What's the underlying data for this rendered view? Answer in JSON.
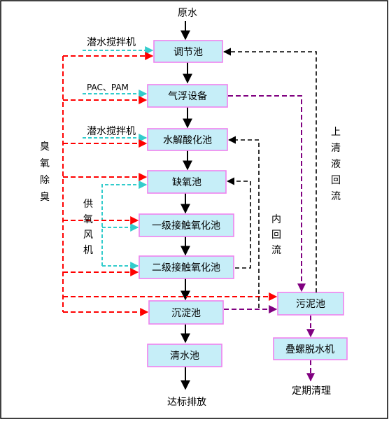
{
  "nodes": {
    "raw_water": "原水",
    "equalization_tank": "调节池",
    "air_flotation": "气浮设备",
    "hydrolysis_tank": "水解酸化池",
    "anoxic_tank": "缺氧池",
    "contact_oxidation_1": "一级接触氧化池",
    "contact_oxidation_2": "二级接触氧化池",
    "sedimentation_tank": "沉淀池",
    "clear_water_tank": "清水池",
    "discharge": "达标排放",
    "sludge_tank": "污泥池",
    "screw_press": "叠螺脱水机",
    "regular_cleanup": "定期清理"
  },
  "labels": {
    "submersible_mixer_1": "潜水搅拌机",
    "pac_pam": "PAC、PAM",
    "submersible_mixer_2": "潜水搅拌机",
    "ozone_deodor": [
      "臭",
      "氧",
      "除",
      "臭"
    ],
    "air_blower": [
      "供",
      "氧",
      "风",
      "机"
    ],
    "internal_reflux": [
      "内",
      "回",
      "流"
    ],
    "supernatant_reflux": [
      "上",
      "清",
      "液",
      "回",
      "流"
    ]
  },
  "colors": {
    "box_fill": "#c6eef8",
    "box_border": "#ee82ee",
    "main_flow": "#000000",
    "ozone_line": "#ff0000",
    "dosing_line": "#33cccc",
    "sludge_line": "#800080",
    "reflux_line": "#000000"
  }
}
